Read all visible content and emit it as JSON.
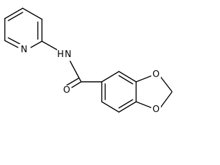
{
  "molecule": {
    "atoms": {
      "pyridine_n": "N",
      "amide_nh": "H",
      "amide_n": "N",
      "carbonyl_o": "O",
      "dioxole_o_upper": "O",
      "dioxole_o_lower": "O"
    },
    "colors": {
      "bond": "#000000",
      "label": "#000000",
      "background": "#ffffff"
    }
  }
}
